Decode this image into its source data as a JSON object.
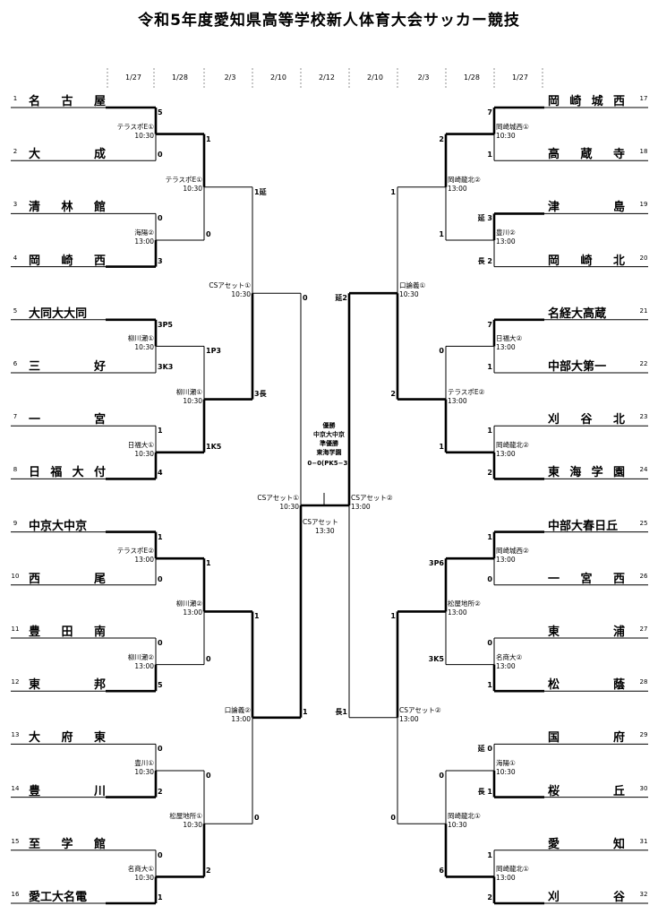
{
  "title": "令和5年度愛知県高等学校新人体育大会サッカー競技",
  "dates": [
    "1/27",
    "1/28",
    "2/3",
    "2/10",
    "2/12",
    "2/10",
    "2/3",
    "1/28",
    "1/27"
  ],
  "left_teams": [
    {
      "no": "1",
      "name": "名古屋"
    },
    {
      "no": "2",
      "name": "大成"
    },
    {
      "no": "3",
      "name": "清林館"
    },
    {
      "no": "4",
      "name": "岡崎西"
    },
    {
      "no": "5",
      "name": "大同大大同"
    },
    {
      "no": "6",
      "name": "三好"
    },
    {
      "no": "7",
      "name": "一宮"
    },
    {
      "no": "8",
      "name": "日福大付"
    },
    {
      "no": "9",
      "name": "中京大中京"
    },
    {
      "no": "10",
      "name": "西尾"
    },
    {
      "no": "11",
      "name": "豊田南"
    },
    {
      "no": "12",
      "name": "東邦"
    },
    {
      "no": "13",
      "name": "大府東"
    },
    {
      "no": "14",
      "name": "豊川"
    },
    {
      "no": "15",
      "name": "至学館"
    },
    {
      "no": "16",
      "name": "愛工大名電"
    }
  ],
  "right_teams": [
    {
      "no": "17",
      "name": "岡崎城西"
    },
    {
      "no": "18",
      "name": "高蔵寺"
    },
    {
      "no": "19",
      "name": "津島"
    },
    {
      "no": "20",
      "name": "岡崎北"
    },
    {
      "no": "21",
      "name": "名経大高蔵"
    },
    {
      "no": "22",
      "name": "中部大第一"
    },
    {
      "no": "23",
      "name": "刈谷北"
    },
    {
      "no": "24",
      "name": "東海学園"
    },
    {
      "no": "25",
      "name": "中部大春日丘"
    },
    {
      "no": "26",
      "name": "一宮西"
    },
    {
      "no": "27",
      "name": "東浦"
    },
    {
      "no": "28",
      "name": "松蔭"
    },
    {
      "no": "29",
      "name": "国府"
    },
    {
      "no": "30",
      "name": "桜丘"
    },
    {
      "no": "31",
      "name": "愛知"
    },
    {
      "no": "32",
      "name": "刈谷"
    }
  ],
  "left_r1": [
    {
      "top": "5",
      "bot": "0",
      "venue": "テラスポE①",
      "time": "10:30",
      "winner": "top"
    },
    {
      "top": "0",
      "bot": "3",
      "venue": "海陽②",
      "time": "13:00",
      "winner": "bot"
    },
    {
      "top": "3P5",
      "bot": "3K3",
      "venue": "柳川瀬①",
      "time": "10:30",
      "winner": "top"
    },
    {
      "top": "1",
      "bot": "4",
      "venue": "日福大①",
      "time": "10:30",
      "winner": "bot"
    },
    {
      "top": "1",
      "bot": "0",
      "venue": "テラスポE②",
      "time": "13:00",
      "winner": "top"
    },
    {
      "top": "0",
      "bot": "5",
      "venue": "柳川瀬②",
      "time": "13:00",
      "winner": "bot"
    },
    {
      "top": "0",
      "bot": "2",
      "venue": "豊川①",
      "time": "10:30",
      "winner": "bot"
    },
    {
      "top": "0",
      "bot": "1",
      "venue": "名商大①",
      "time": "10:30",
      "winner": "bot"
    }
  ],
  "left_r2": [
    {
      "top": "1",
      "bot": "0",
      "venue": "テラスポE①",
      "time": "10:30",
      "winner": "top"
    },
    {
      "top": "1P3",
      "bot": "1K5",
      "venue": "柳川瀬①",
      "time": "10:30",
      "winner": "bot"
    },
    {
      "top": "1",
      "bot": "0",
      "venue": "柳川瀬②",
      "time": "13:00",
      "winner": "top"
    },
    {
      "top": "0",
      "bot": "2",
      "venue": "松屋地所①",
      "time": "10:30",
      "winner": "bot"
    }
  ],
  "left_r3": [
    {
      "top": "1延",
      "bot": "3長",
      "venue": "CSアセット①",
      "time": "10:30",
      "winner": "bot"
    },
    {
      "top": "1",
      "bot": "0",
      "venue": "口論義②",
      "time": "13:00",
      "winner": "top"
    }
  ],
  "left_semi": {
    "top": "0",
    "bot": "1",
    "venue": "CSアセット①",
    "time": "10:30",
    "winner": "bot"
  },
  "right_r1": [
    {
      "top": "7",
      "bot": "1",
      "venue": "岡崎城西①",
      "time": "10:30",
      "winner": "top"
    },
    {
      "top": "延 3",
      "bot": "長 2",
      "venue": "豊川②",
      "time": "13:00",
      "winner": "top"
    },
    {
      "top": "7",
      "bot": "1",
      "venue": "日福大②",
      "time": "13:00",
      "winner": "top"
    },
    {
      "top": "1",
      "bot": "2",
      "venue": "岡崎龍北②",
      "time": "13:00",
      "winner": "bot"
    },
    {
      "top": "1",
      "bot": "0",
      "venue": "岡崎城西②",
      "time": "13:00",
      "winner": "top"
    },
    {
      "top": "0",
      "bot": "1",
      "venue": "名商大②",
      "time": "13:00",
      "winner": "bot"
    },
    {
      "top": "延 0",
      "bot": "長 1",
      "venue": "海陽①",
      "time": "10:30",
      "winner": "bot"
    },
    {
      "top": "1",
      "bot": "2",
      "venue": "岡崎龍北①",
      "time": "13:00",
      "winner": "bot"
    }
  ],
  "right_r2": [
    {
      "top": "2",
      "bot": "1",
      "venue": "岡崎龍北②",
      "time": "13:00",
      "winner": "top"
    },
    {
      "top": "0",
      "bot": "1",
      "venue": "テラスポE②",
      "time": "13:00",
      "winner": "bot"
    },
    {
      "top": "3P6",
      "bot": "3K5",
      "venue": "松屋地所②",
      "time": "13:00",
      "winner": "top"
    },
    {
      "top": "0",
      "bot": "6",
      "venue": "岡崎龍北①",
      "time": "10:30",
      "winner": "bot"
    }
  ],
  "right_r3": [
    {
      "top": "1",
      "bot": "2",
      "venue": "口論義①",
      "time": "10:30",
      "winner": "bot"
    },
    {
      "top": "1",
      "bot": "0",
      "venue": "CSアセット②",
      "time": "13:00",
      "winner": "top"
    }
  ],
  "right_semi": {
    "top": "延2",
    "bot": "長1",
    "venue": "CSアセット②",
    "time": "13:00",
    "winner": "top"
  },
  "final": {
    "venue": "CSアセット",
    "time": "13:30"
  },
  "result": {
    "line1": "優勝",
    "line2": "中京大中京",
    "line3": "準優勝",
    "line4": "東海学園",
    "line5": "0−0(PK5−3)"
  }
}
